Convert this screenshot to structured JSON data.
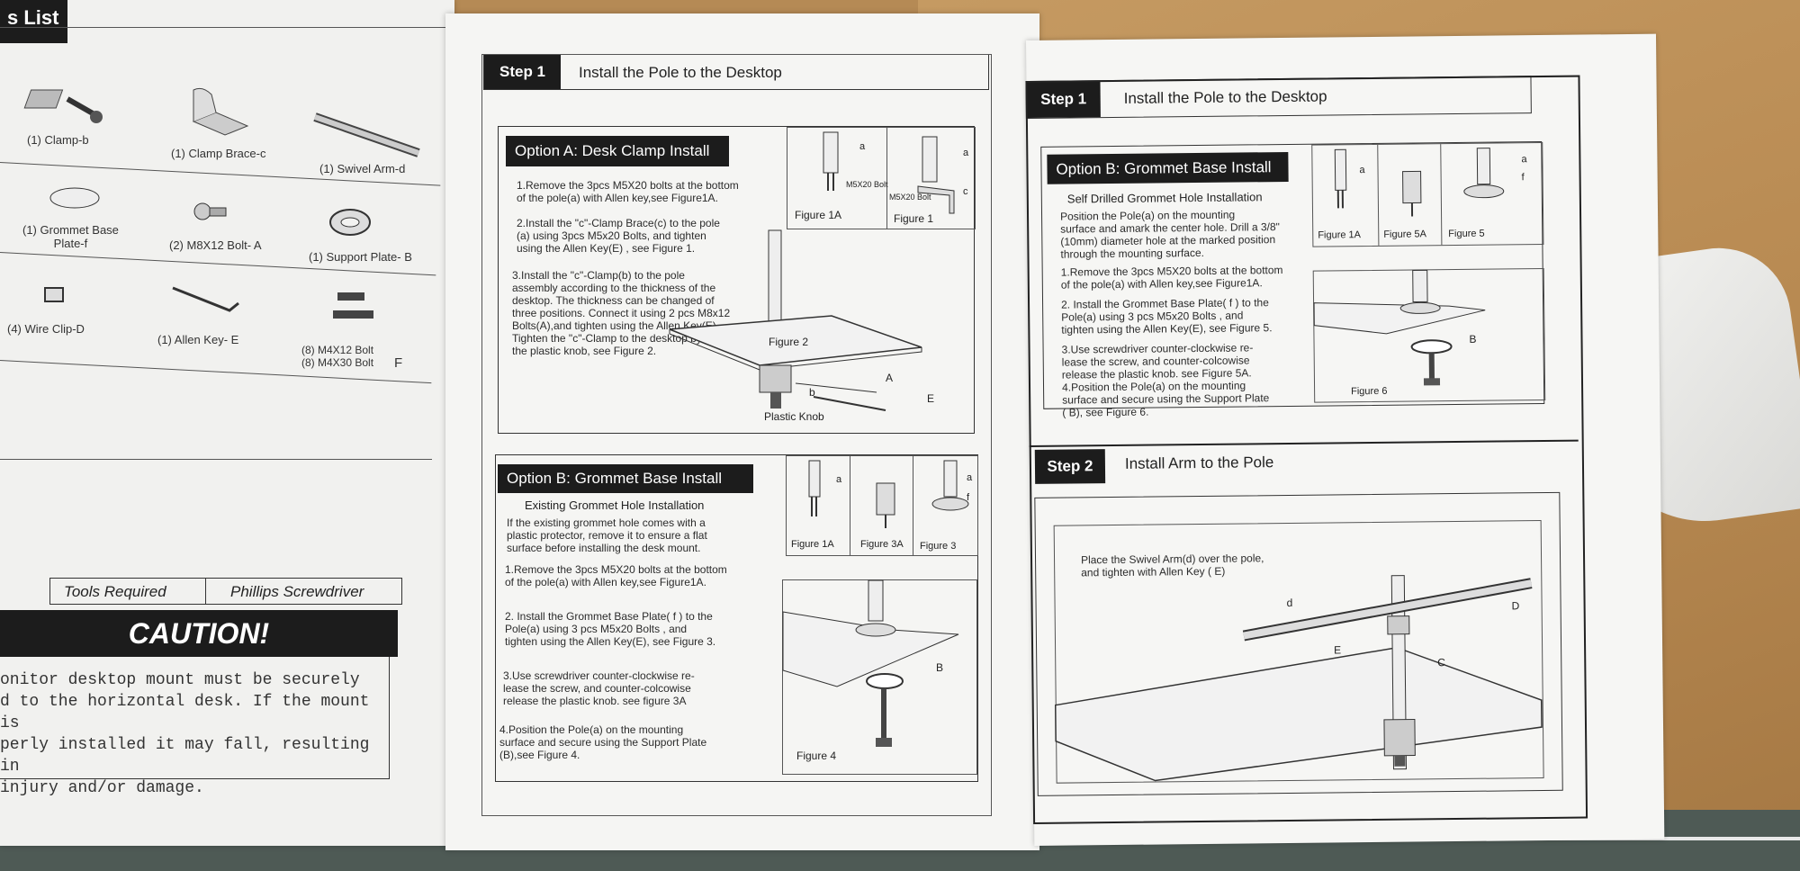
{
  "parts_list": {
    "header": "s List",
    "items": [
      {
        "label": "(1) Clamp-b"
      },
      {
        "label": "(1) Clamp Brace-c"
      },
      {
        "label": "(1) Swivel Arm-d"
      },
      {
        "label": "(1) Grommet Base\nPlate-f"
      },
      {
        "label": "(2) M8X12 Bolt- A"
      },
      {
        "label": "(1) Support Plate- B"
      },
      {
        "label": "(4) Wire Clip-D"
      },
      {
        "label": "(1) Allen Key- E"
      },
      {
        "label": "(8) M4X12 Bolt\n(8) M4X30 Bolt"
      }
    ],
    "bolt_letter": "F",
    "tools_required_label": "Tools Required",
    "tools_required_value": "Phillips Screwdriver",
    "caution_title": "CAUTION!",
    "caution_text": "onitor desktop mount must be securely\nd to the horizontal desk. If the mount is\nperly installed it may fall, resulting in\n injury and/or damage."
  },
  "middle_sheet": {
    "step_badge": "Step 1",
    "step_title": "Install the Pole to the Desktop",
    "option_a": {
      "title": "Option A: Desk Clamp Install",
      "p1": "1.Remove the 3pcs M5X20 bolts at the bottom\nof the pole(a) with Allen key,see Figure1A.",
      "p2": "2.Install the \"c\"-Clamp Brace(c) to the pole\n(a) using 3pcs M5x20 Bolts, and tighten\nusing the Allen Key(E) , see Figure 1.",
      "p3": "3.Install the \"c\"-Clamp(b) to the pole\nassembly according to the thickness of the\ndesktop. The thickness can be changed of\nthree positions. Connect it using 2 pcs M8x12\nBolts(A),and tighten using the Allen Key(E).\nTighten the \"c\"-Clamp to the desktop by twisting\nthe plastic knob, see Figure 2.",
      "fig1a": "Figure 1A",
      "fig1": "Figure 1",
      "fig2": "Figure 2",
      "bolt_label": "M5X20 Bolt",
      "plastic_knob": "Plastic Knob"
    },
    "option_b": {
      "title": "Option B: Grommet Base Install",
      "subtitle": "Existing Grommet Hole Installation",
      "p0": "If the existing grommet hole comes with a\nplastic protector, remove it to ensure a flat\nsurface before installing the desk mount.",
      "p1": "1.Remove the 3pcs M5X20 bolts at the bottom\nof the pole(a) with Allen key,see Figure1A.",
      "p2": "2. Install the Grommet Base Plate( f ) to the\nPole(a) using 3 pcs M5x20 Bolts , and\ntighten using the Allen Key(E), see Figure 3.",
      "p3": "3.Use screwdriver counter-clockwise re-\nlease the screw, and counter-colcowise\nrelease the plastic knob. see figure 3A",
      "p4": "4.Position the Pole(a) on the mounting\nsurface and secure using the Support Plate\n(B),see Figure 4.",
      "fig1a": "Figure 1A",
      "fig3a": "Figure 3A",
      "fig3": "Figure 3",
      "fig4": "Figure 4"
    }
  },
  "right_sheet": {
    "step1_badge": "Step 1",
    "step1_title": "Install the Pole to the Desktop",
    "option_b": {
      "title": "Option B: Grommet Base Install",
      "subtitle": "Self Drilled Grommet Hole Installation",
      "p0": "Position the Pole(a) on the mounting\nsurface and amark the center hole. Drill a 3/8\"\n(10mm) diameter hole at the marked position\nthrough the mounting surface.",
      "p1": "1.Remove the 3pcs M5X20 bolts at the bottom\nof the pole(a) with Allen key,see Figure1A.",
      "p2": "2. Install the Grommet Base Plate( f ) to the\nPole(a) using 3 pcs M5x20 Bolts , and\ntighten using the Allen Key(E), see Figure 5.",
      "p3": "3.Use screwdriver counter-clockwise re-\nlease the screw, and counter-colcowise\nrelease the plastic knob. see Figure 5A.",
      "p4": "4.Position the Pole(a) on the mounting\nsurface and secure using the Support Plate\n( B), see Figure 6.",
      "fig1a": "Figure 1A",
      "fig5a": "Figure 5A",
      "fig5": "Figure 5",
      "fig6": "Figure 6"
    },
    "step2_badge": "Step 2",
    "step2_title": "Install Arm to the Pole",
    "step2_text": "Place the Swivel Arm(d) over the pole,\nand tighten with Allen Key ( E)"
  },
  "letters": {
    "a": "a",
    "b": "b",
    "c": "c",
    "d": "d",
    "f": "f",
    "A": "A",
    "B": "B",
    "C": "C",
    "D": "D",
    "E": "E"
  }
}
